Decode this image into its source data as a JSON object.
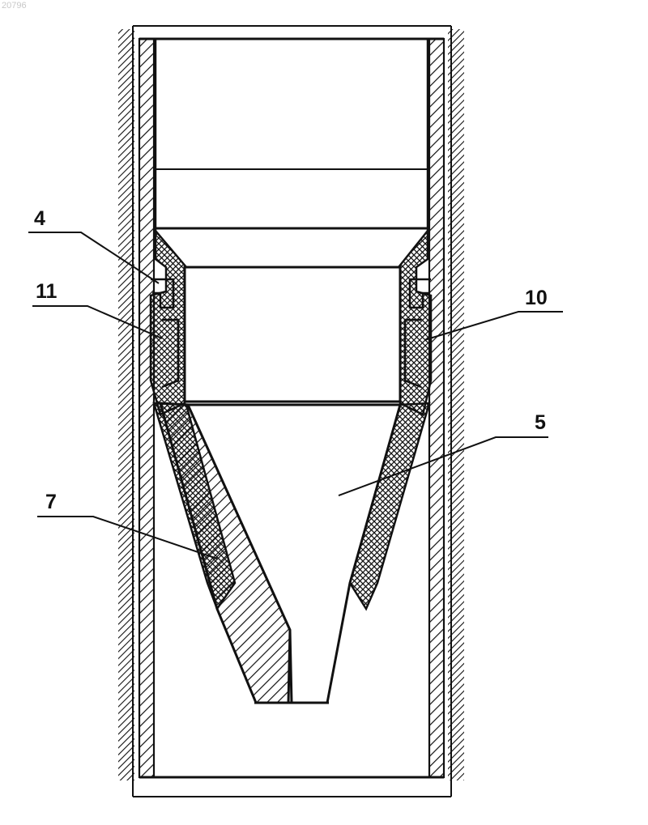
{
  "document": {
    "id": "20796"
  },
  "diagram": {
    "labels": [
      {
        "key": "4",
        "text": "4"
      },
      {
        "key": "11",
        "text": "11"
      },
      {
        "key": "10",
        "text": "10"
      },
      {
        "key": "5",
        "text": "5"
      },
      {
        "key": "7",
        "text": "7"
      }
    ]
  },
  "colors": {
    "ink": "#111111",
    "paper": "#ffffff"
  }
}
